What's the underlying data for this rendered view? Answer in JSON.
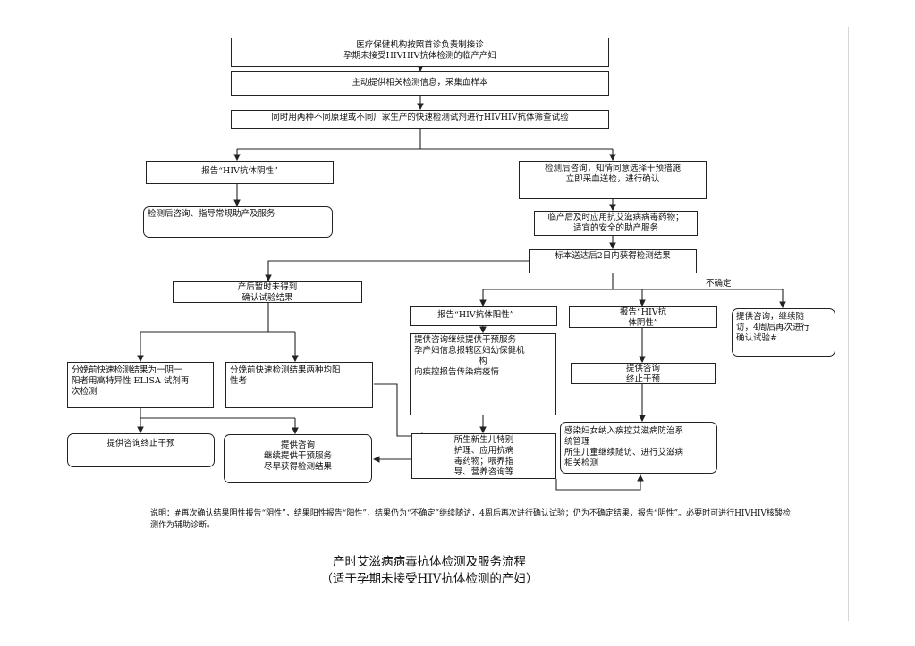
{
  "nodes": {
    "intake": [
      "医疗保健机构按照首诊负责制接诊",
      "孕期未接受HIVHIV抗体检测的临产产妇"
    ],
    "collect": [
      "主动提供相关检测信息，采集血样本"
    ],
    "rapid_test": [
      "同时用两种不同原理或不同厂家生产的快速检测试剂进行HIVHIV抗体筛查试验"
    ],
    "report_neg_left": [
      "报告“HIV抗体阴性”"
    ],
    "consult_normal": [
      "检测后咨询、指导常规助产及服务"
    ],
    "consult_confirm": [
      "检测后咨询，知情同意选择干预措施",
      "立即采血送检，进行确认"
    ],
    "arv": [
      "临产后及时应用抗艾滋病病毒药物；",
      "适宜的安全的助产服务"
    ],
    "result_2d": [
      "标本送达后2日内获得检测结果"
    ],
    "not_confirmed": [
      "产后暂时未得到",
      "确认试验结果"
    ],
    "report_pos": [
      "报告“HIV抗体阳性”"
    ],
    "report_neg_mid": [
      "报告“HIV抗",
      "体阴性”"
    ],
    "followup": [
      "提供咨询，继续随",
      "访，4周后再次进行",
      "确认试验#"
    ],
    "pre_delivery_one": [
      "分娩前快速检测结果为一阴一",
      "阳者用高特异性 ELISA 试剂再",
      "次检测"
    ],
    "pre_delivery_both": [
      "分娩前快速检测结果两种均阳",
      "性者"
    ],
    "pos_services": [
      "提供咨询继续提供干预服务",
      "孕产妇信息报辖区妇幼保健机",
      "构",
      "向疾控报告传染病疫情"
    ],
    "consult_stop_mid": [
      "提供咨询",
      "终止干预"
    ],
    "consult_stop_left": [
      "提供咨询终止干预"
    ],
    "continue_service": [
      "提供咨询",
      "继续提供干预服务",
      "尽早获得检测结果"
    ],
    "newborn": [
      "所生新生儿特别",
      "护理、应用抗病",
      "毒药物；喂养指",
      "导、营养咨询等"
    ],
    "managed": [
      "感染妇女纳入疾控艾滋病防治系",
      "统管理",
      "所生儿童继续随访、进行艾滋病",
      "相关检测"
    ]
  },
  "labels": {
    "uncertain": "不确定"
  },
  "note": "说明：#再次确认结果阴性报告“阴性”，结果阳性报告“阳性”，结果仍为“不确定”继续随访，4周后再次进行确认试验；仍为不确定结果，报告“阴性”。必要时可进行HIVHIV核酸检测作为辅助诊断。",
  "title": [
    "产时艾滋病病毒抗体检测及服务流程",
    "（适于孕期未接受HIV抗体检测的产妇）"
  ]
}
